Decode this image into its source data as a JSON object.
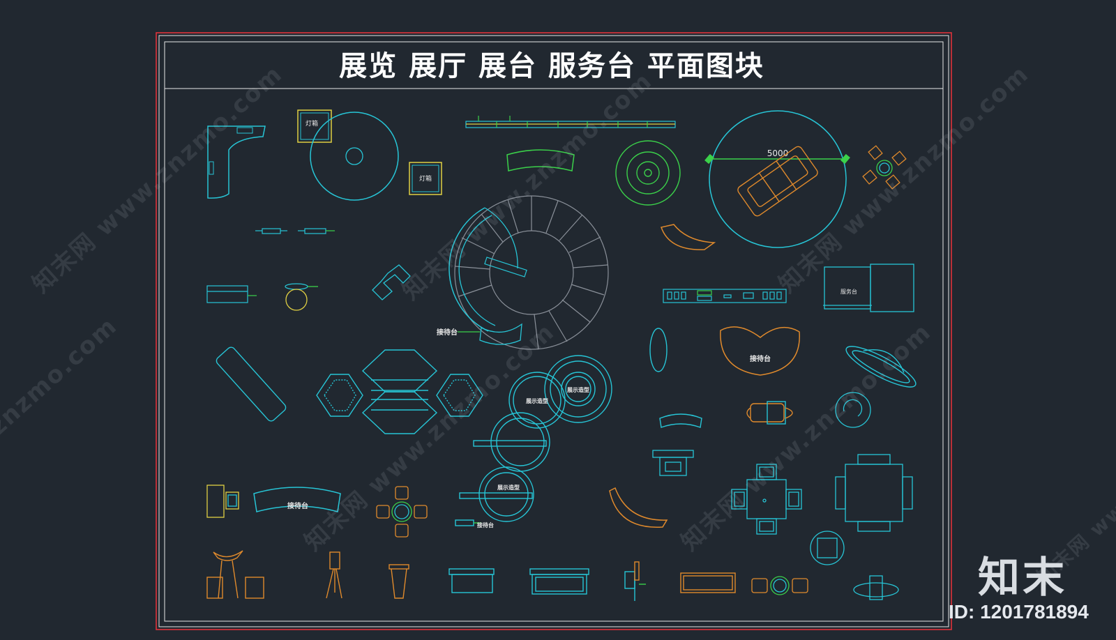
{
  "title": "展览 展厅 展台 服务台 平面图块",
  "dimension_label": "5000",
  "labels": {
    "reception1": "接待台",
    "reception2": "接待台",
    "reception3": "接待台",
    "reception4": "接待台",
    "display1": "展示造型",
    "display2": "展示造型",
    "display3": "展示造型",
    "light1": "灯箱",
    "light2": "灯箱",
    "service": "服务台"
  },
  "watermark": {
    "text": "知末网 www.znzmo.com",
    "short": "znzmo.com"
  },
  "brand": {
    "name": "知末",
    "id": "ID: 1201781894"
  },
  "colors": {
    "background": "#212830",
    "frame_red": "#e0333a",
    "frame_white": "#e8e8e8",
    "cyan": "#27c5d6",
    "green": "#3bd14a",
    "orange": "#e08a2c",
    "gray": "#8a9099",
    "yellow": "#e0d043"
  }
}
